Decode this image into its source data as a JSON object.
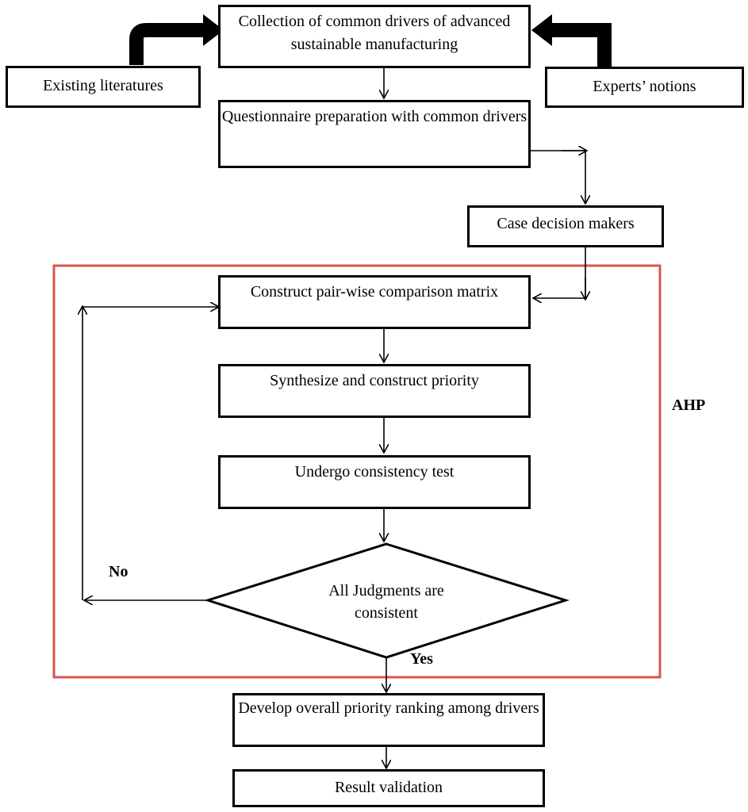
{
  "nodes": {
    "collection": "Collection of common drivers of advanced sustainable manufacturing",
    "literatures": "Existing literatures",
    "experts": "Experts’ notions",
    "questionnaire": "Questionnaire preparation with common drivers",
    "case_decision": "Case decision makers",
    "construct_matrix": "Construct pair-wise comparison matrix",
    "synthesize": "Synthesize and construct priority",
    "consistency_test": "Undergo consistency test",
    "judgments": "All Judgments are consistent",
    "overall_ranking": "Develop overall priority ranking among drivers",
    "validation": "Result validation"
  },
  "labels": {
    "ahp": "AHP",
    "no": "No",
    "yes": "Yes"
  },
  "colors": {
    "group_border": "#d9534f",
    "line": "#000000"
  }
}
